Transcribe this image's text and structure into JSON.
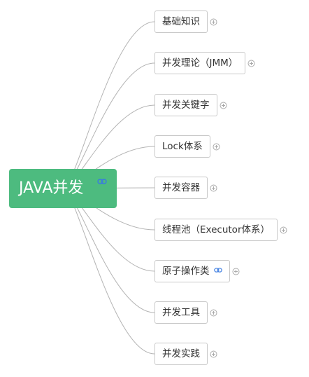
{
  "mindmap": {
    "root": {
      "label": "JAVA并发",
      "has_link": true
    },
    "branches": [
      {
        "label": "基础知识",
        "has_link": false,
        "collapsed": true
      },
      {
        "label": "并发理论（JMM）",
        "has_link": false,
        "collapsed": true
      },
      {
        "label": "并发关键字",
        "has_link": false,
        "collapsed": true
      },
      {
        "label": "Lock体系",
        "has_link": false,
        "collapsed": true
      },
      {
        "label": "并发容器",
        "has_link": false,
        "collapsed": true
      },
      {
        "label": "线程池（Executor体系）",
        "has_link": false,
        "collapsed": true
      },
      {
        "label": "原子操作类",
        "has_link": true,
        "collapsed": true
      },
      {
        "label": "并发工具",
        "has_link": false,
        "collapsed": true
      },
      {
        "label": "并发实践",
        "has_link": false,
        "collapsed": true
      }
    ]
  },
  "colors": {
    "root_fill": "#4dbb7f",
    "root_text": "#ffffff",
    "node_border": "#c8c8c8",
    "node_text": "#333333",
    "connector": "#b4b4b4",
    "link_icon": "#3a7be0",
    "expand_icon": "#aaaaaa"
  },
  "icons": {
    "link": "link-icon",
    "expand": "plus-circle-icon"
  }
}
